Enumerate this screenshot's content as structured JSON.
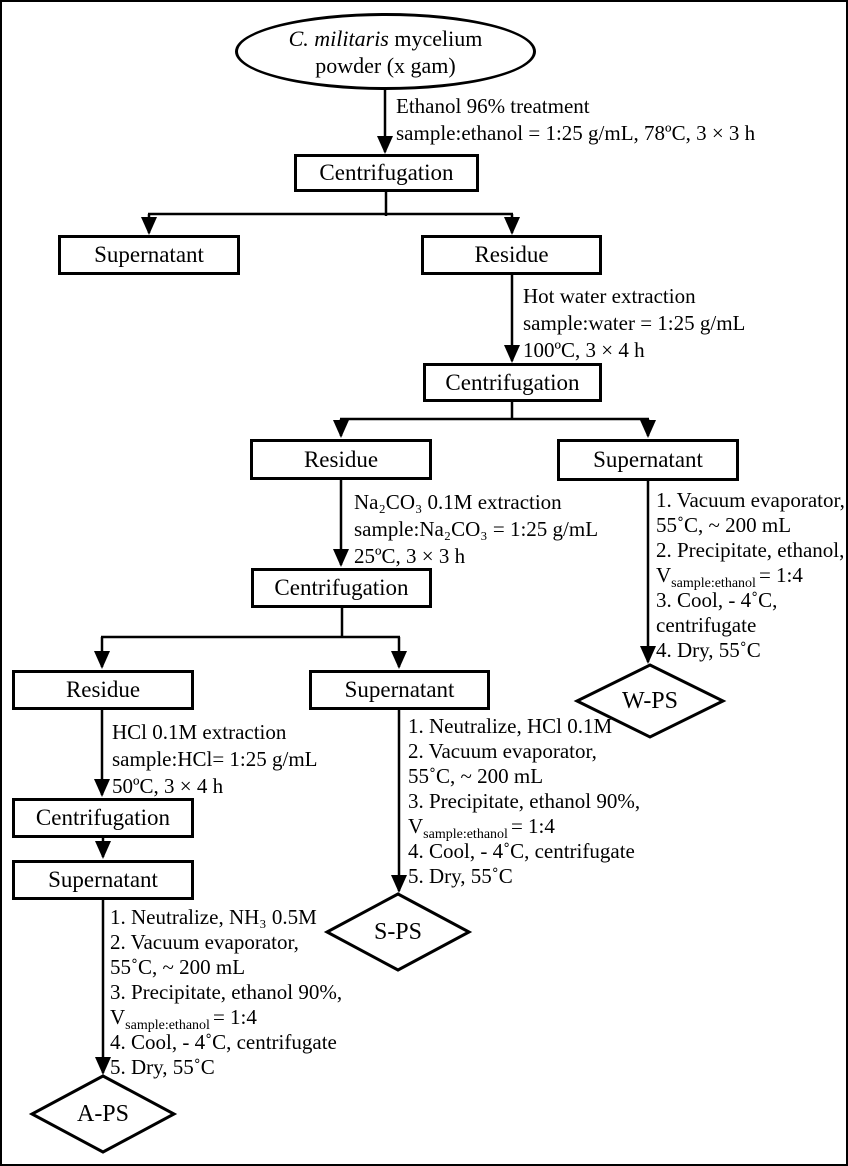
{
  "colors": {
    "line": "#000000",
    "background": "#ffffff"
  },
  "start_node": {
    "line1_italic": "C. militaris",
    "line1_rest": " mycelium",
    "line2": "powder (x gam)"
  },
  "stage1": {
    "label_line1": "Ethanol 96% treatment",
    "label_line2": "sample:ethanol = 1:25 g/mL, 78ºC, 3 × 3 h",
    "centrifugation": "Centrifugation",
    "supernatant": "Supernatant",
    "residue": "Residue"
  },
  "stage2": {
    "label_line1": "Hot water extraction",
    "label_line2": "sample:water = 1:25 g/mL",
    "label_line3": "100ºC, 3 × 4 h",
    "centrifugation": "Centrifugation",
    "residue": "Residue",
    "supernatant": "Supernatant",
    "steps": {
      "s1": "1. Vacuum evaporator,",
      "s2": "55˚C, ~ 200 mL",
      "s3": "2. Precipitate, ethanol,",
      "v_pre": "V",
      "v_sub": "sample:ethanol",
      "v_post": "= 1:4",
      "s4": "3. Cool, - 4˚C,",
      "s5": "centrifugate",
      "s6": "4. Dry, 55˚C"
    },
    "result": "W-PS"
  },
  "stage3": {
    "label_line1": "Na₂CO₃ 0.1M extraction",
    "label_line2": "sample:Na₂CO₃ = 1:25 g/mL",
    "label_line3": "25ºC, 3 × 3 h",
    "centrifugation": "Centrifugation",
    "residue": "Residue",
    "supernatant": "Supernatant",
    "steps": {
      "s1": "1. Neutralize, HCl 0.1M",
      "s2": "2. Vacuum evaporator,",
      "s3": "55˚C, ~ 200 mL",
      "s4": "3. Precipitate, ethanol 90%,",
      "v_pre": "V",
      "v_sub": "sample:ethanol",
      "v_post": "= 1:4",
      "s5": "4. Cool, - 4˚C, centrifugate",
      "s6": "5. Dry, 55˚C"
    },
    "result": "S-PS"
  },
  "stage4": {
    "label_line1": "HCl 0.1M extraction",
    "label_line2": "sample:HCl= 1:25 g/mL",
    "label_line3": "50ºC, 3 × 4 h",
    "centrifugation": "Centrifugation",
    "supernatant": "Supernatant",
    "steps": {
      "s1": "1. Neutralize, NH₃ 0.5M",
      "s2": "2. Vacuum evaporator,",
      "s3": "55˚C, ~ 200 mL",
      "s4": "3. Precipitate, ethanol 90%,",
      "v_pre": "V",
      "v_sub": "sample:ethanol",
      "v_post": "= 1:4",
      "s5": "4. Cool, - 4˚C, centrifugate",
      "s6": "5. Dry, 55˚C"
    },
    "result": "A-PS"
  }
}
